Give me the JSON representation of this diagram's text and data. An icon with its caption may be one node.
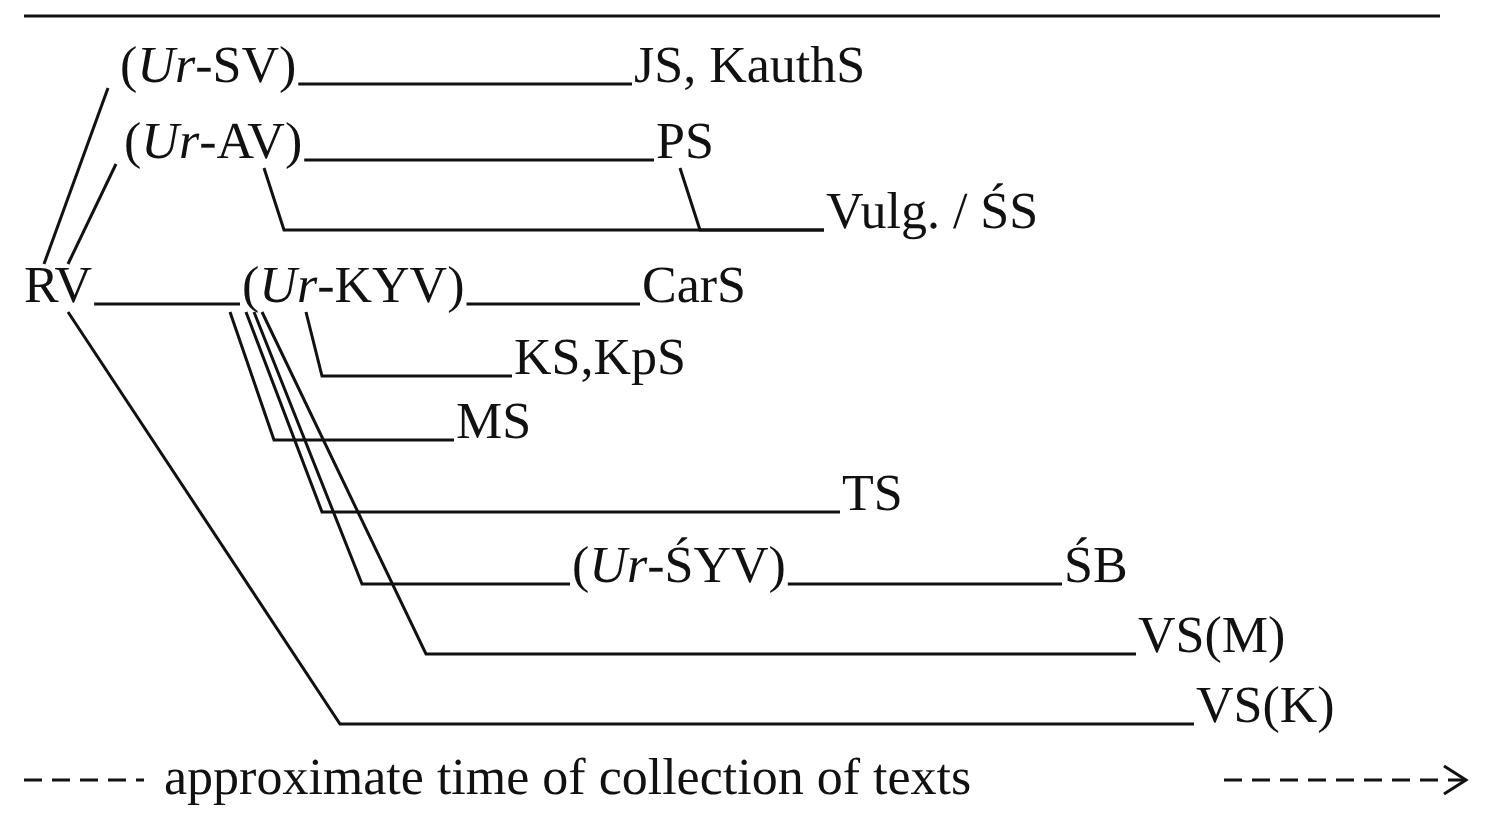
{
  "diagram": {
    "nodes": [
      {
        "text": [
          "RV"
        ]
      },
      {
        "text": [
          "(*Ur*-SV)"
        ]
      },
      {
        "text": [
          "JS, KauthS"
        ]
      },
      {
        "text": [
          "(*Ur*-AV)"
        ]
      },
      {
        "text": [
          "PS"
        ]
      },
      {
        "text": [
          "Vulg. / ŚS"
        ]
      },
      {
        "text": [
          "(*Ur*-KYV)"
        ]
      },
      {
        "text": [
          "CarS"
        ]
      },
      {
        "text": [
          "KS,KpS"
        ]
      },
      {
        "text": [
          "MS"
        ]
      },
      {
        "text": [
          "TS"
        ]
      },
      {
        "text": [
          "(*Ur*-ŚYV)"
        ]
      },
      {
        "text": [
          "ŚB"
        ]
      },
      {
        "text": [
          "VS(M)"
        ]
      },
      {
        "text": [
          "VS(K)"
        ]
      }
    ],
    "edges": [
      {
        "from": 0,
        "to": 1,
        "arrow": "none"
      },
      {
        "from": 1,
        "to": 2,
        "arrow": "none"
      },
      {
        "from": 0,
        "to": 3,
        "arrow": "none"
      },
      {
        "from": 3,
        "to": 4,
        "arrow": "none"
      },
      {
        "from": 3,
        "to": 5,
        "arrow": "none"
      },
      {
        "from": 4,
        "to": 5,
        "arrow": "none"
      },
      {
        "from": 0,
        "to": 6,
        "arrow": "none"
      },
      {
        "from": 6,
        "to": 7,
        "arrow": "none"
      },
      {
        "from": 6,
        "to": 8,
        "arrow": "none"
      },
      {
        "from": 6,
        "to": 9,
        "arrow": "none"
      },
      {
        "from": 6,
        "to": 10,
        "arrow": "none"
      },
      {
        "from": 6,
        "to": 11,
        "arrow": "none"
      },
      {
        "from": 11,
        "to": 12,
        "arrow": "none"
      },
      {
        "from": 6,
        "to": 13,
        "arrow": "none"
      },
      {
        "from": 0,
        "to": 14,
        "arrow": "none"
      }
    ],
    "labels": [
      "approximate time of collection of texts"
    ]
  }
}
